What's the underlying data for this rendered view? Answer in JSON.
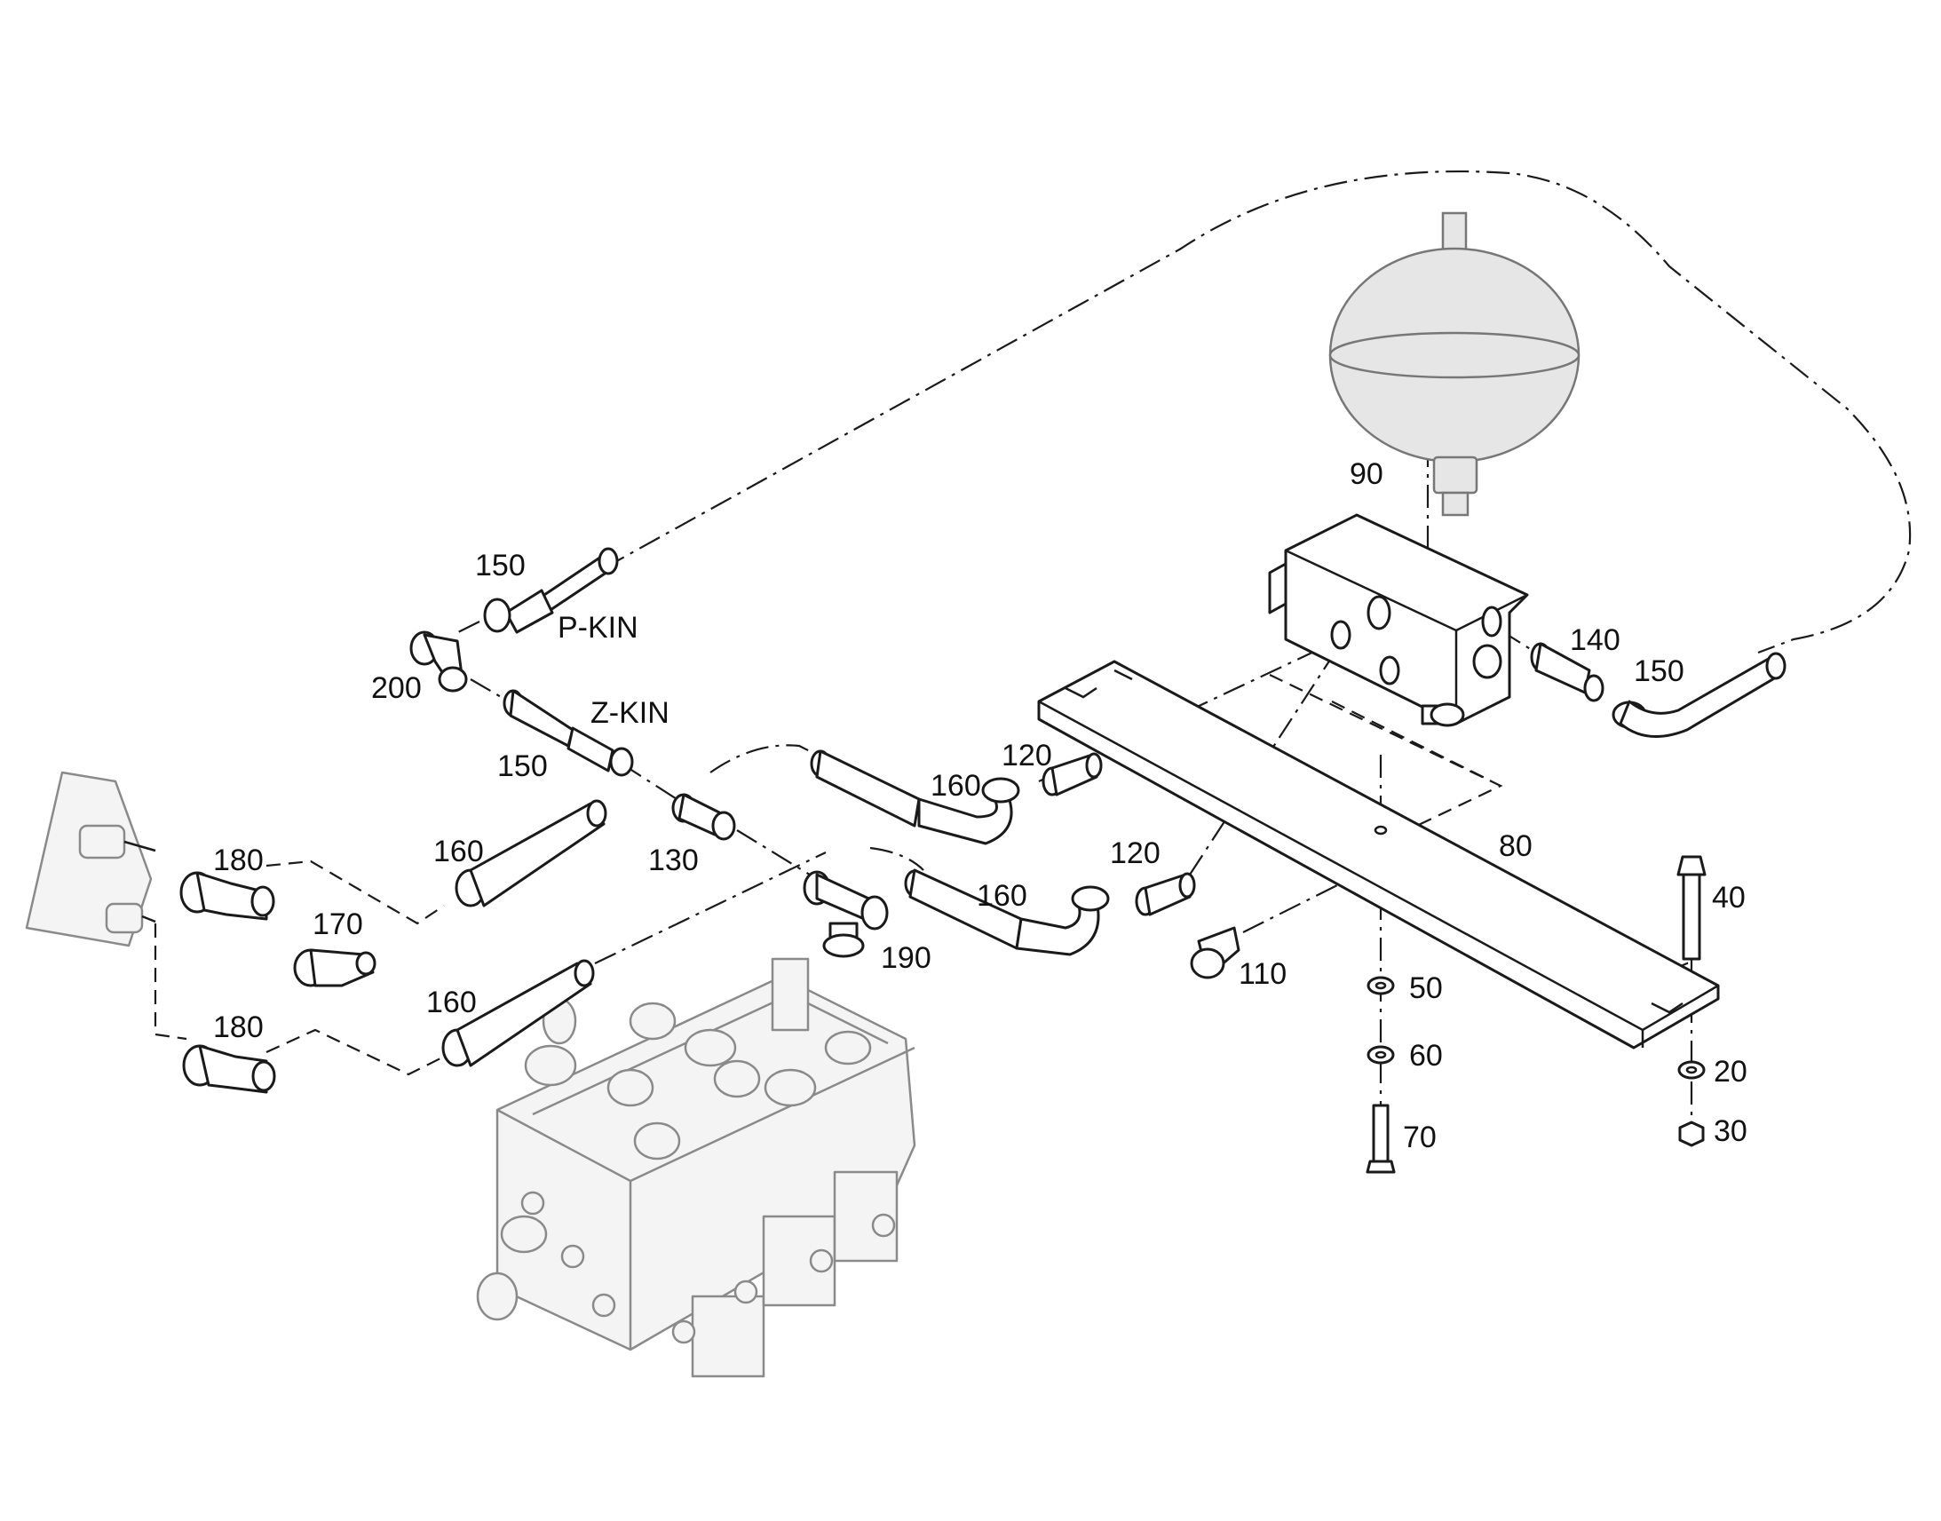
{
  "diagram": {
    "labels": {
      "l90": "90",
      "l150a": "150",
      "pkin": "P-KIN",
      "l200": "200",
      "zkin": "Z-KIN",
      "l150b": "150",
      "l140": "140",
      "l150c": "150",
      "l120a": "120",
      "l160a": "160",
      "l160b": "160",
      "l130": "130",
      "l120b": "120",
      "l160c": "160",
      "l80": "80",
      "l180a": "180",
      "l170": "170",
      "l190": "190",
      "l110": "110",
      "l40": "40",
      "l50": "50",
      "l160d": "160",
      "l180b": "180",
      "l60": "60",
      "l20": "20",
      "l70": "70",
      "l30": "30"
    }
  }
}
